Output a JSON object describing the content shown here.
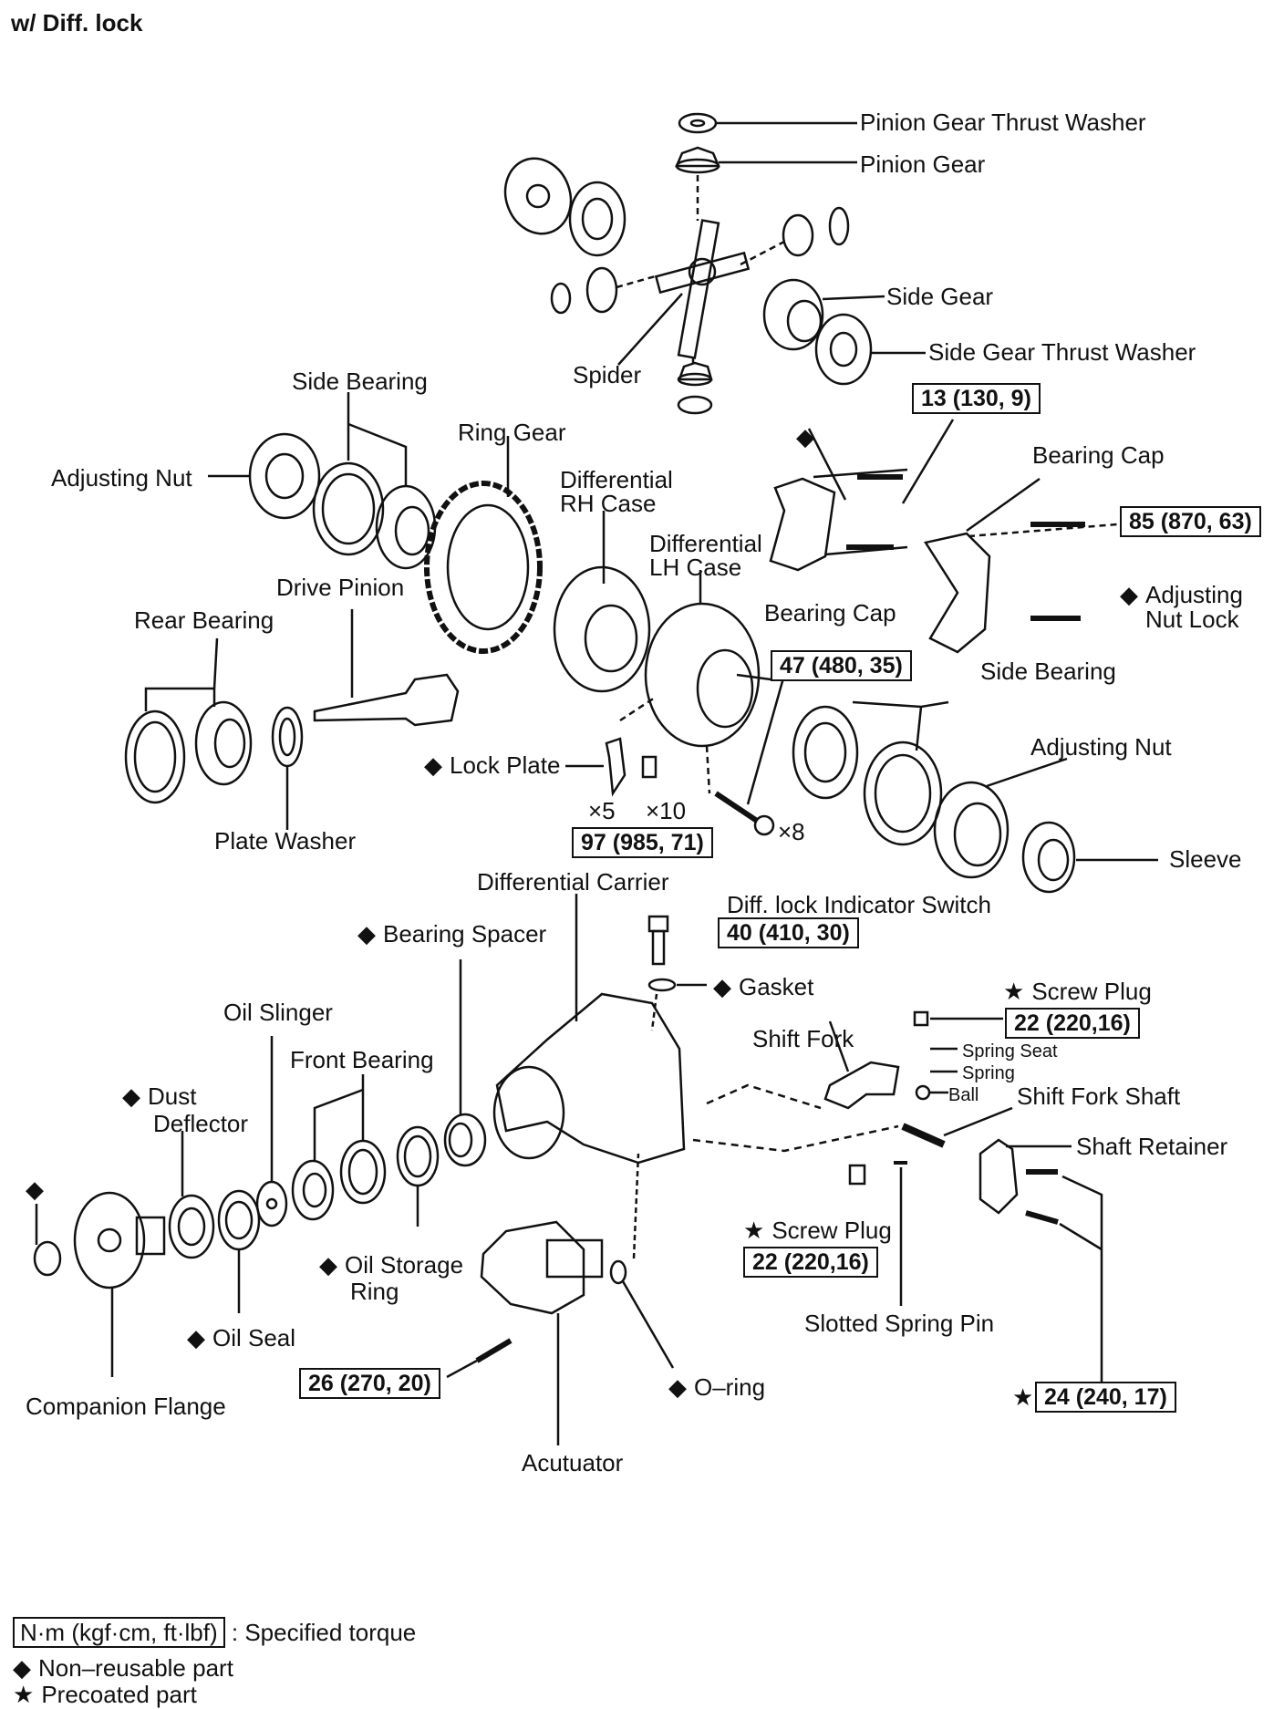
{
  "header": {
    "title": "w/ Diff. lock"
  },
  "labels": {
    "pinion_gear_thrust_washer": "Pinion Gear Thrust Washer",
    "pinion_gear": "Pinion Gear",
    "side_gear": "Side Gear",
    "side_gear_thrust_washer": "Side Gear Thrust Washer",
    "spider": "Spider",
    "side_bearing_left": "Side Bearing",
    "adjusting_nut_left": "Adjusting Nut",
    "ring_gear": "Ring Gear",
    "differential_rh_case_1": "Differential",
    "differential_rh_case_2": "RH Case",
    "differential_lh_case_1": "Differential",
    "differential_lh_case_2": "LH Case",
    "bearing_cap_top": "Bearing Cap",
    "bearing_cap_mid": "Bearing Cap",
    "adjusting_nut_lock_1": "Adjusting",
    "adjusting_nut_lock_2": "Nut Lock",
    "drive_pinion": "Drive Pinion",
    "rear_bearing": "Rear Bearing",
    "plate_washer": "Plate Washer",
    "lock_plate": "Lock Plate",
    "times5": "×5",
    "times10": "×10",
    "times8": "×8",
    "side_bearing_right": "Side Bearing",
    "adjusting_nut_right": "Adjusting Nut",
    "sleeve": "Sleeve",
    "differential_carrier": "Differential Carrier",
    "diff_lock_indicator_switch": "Diff. lock Indicator Switch",
    "bearing_spacer": "Bearing Spacer",
    "gasket": "Gasket",
    "screw_plug_top": "Screw Plug",
    "oil_slinger": "Oil Slinger",
    "front_bearing": "Front Bearing",
    "shift_fork": "Shift Fork",
    "spring_seat": "Spring Seat",
    "spring": "Spring",
    "ball": "Ball",
    "shift_fork_shaft": "Shift Fork Shaft",
    "dust_deflector_1": "Dust",
    "dust_deflector_2": "Deflector",
    "shaft_retainer": "Shaft Retainer",
    "screw_plug_bottom": "Screw Plug",
    "oil_storage_ring_1": "Oil Storage",
    "oil_storage_ring_2": "Ring",
    "oil_seal": "Oil Seal",
    "slotted_spring_pin": "Slotted Spring Pin",
    "o_ring": "O–ring",
    "companion_flange": "Companion Flange",
    "actuator": "Acutuator"
  },
  "torques": {
    "t13": "13 (130, 9)",
    "t85": "85 (870, 63)",
    "t47": "47 (480, 35)",
    "t97": "97 (985, 71)",
    "t40": "40 (410, 30)",
    "t22_top": "22 (220,16)",
    "t22_bottom": "22 (220,16)",
    "t26": "26 (270, 20)",
    "t24": "24 (240, 17)"
  },
  "symbols": {
    "non_reusable": "◆",
    "precoated": "★"
  },
  "legend": {
    "torque_box": "N·m (kgf·cm, ft·lbf)",
    "torque_desc": ": Specified torque",
    "non_reusable": "Non–reusable part",
    "precoated": "Precoated part"
  }
}
